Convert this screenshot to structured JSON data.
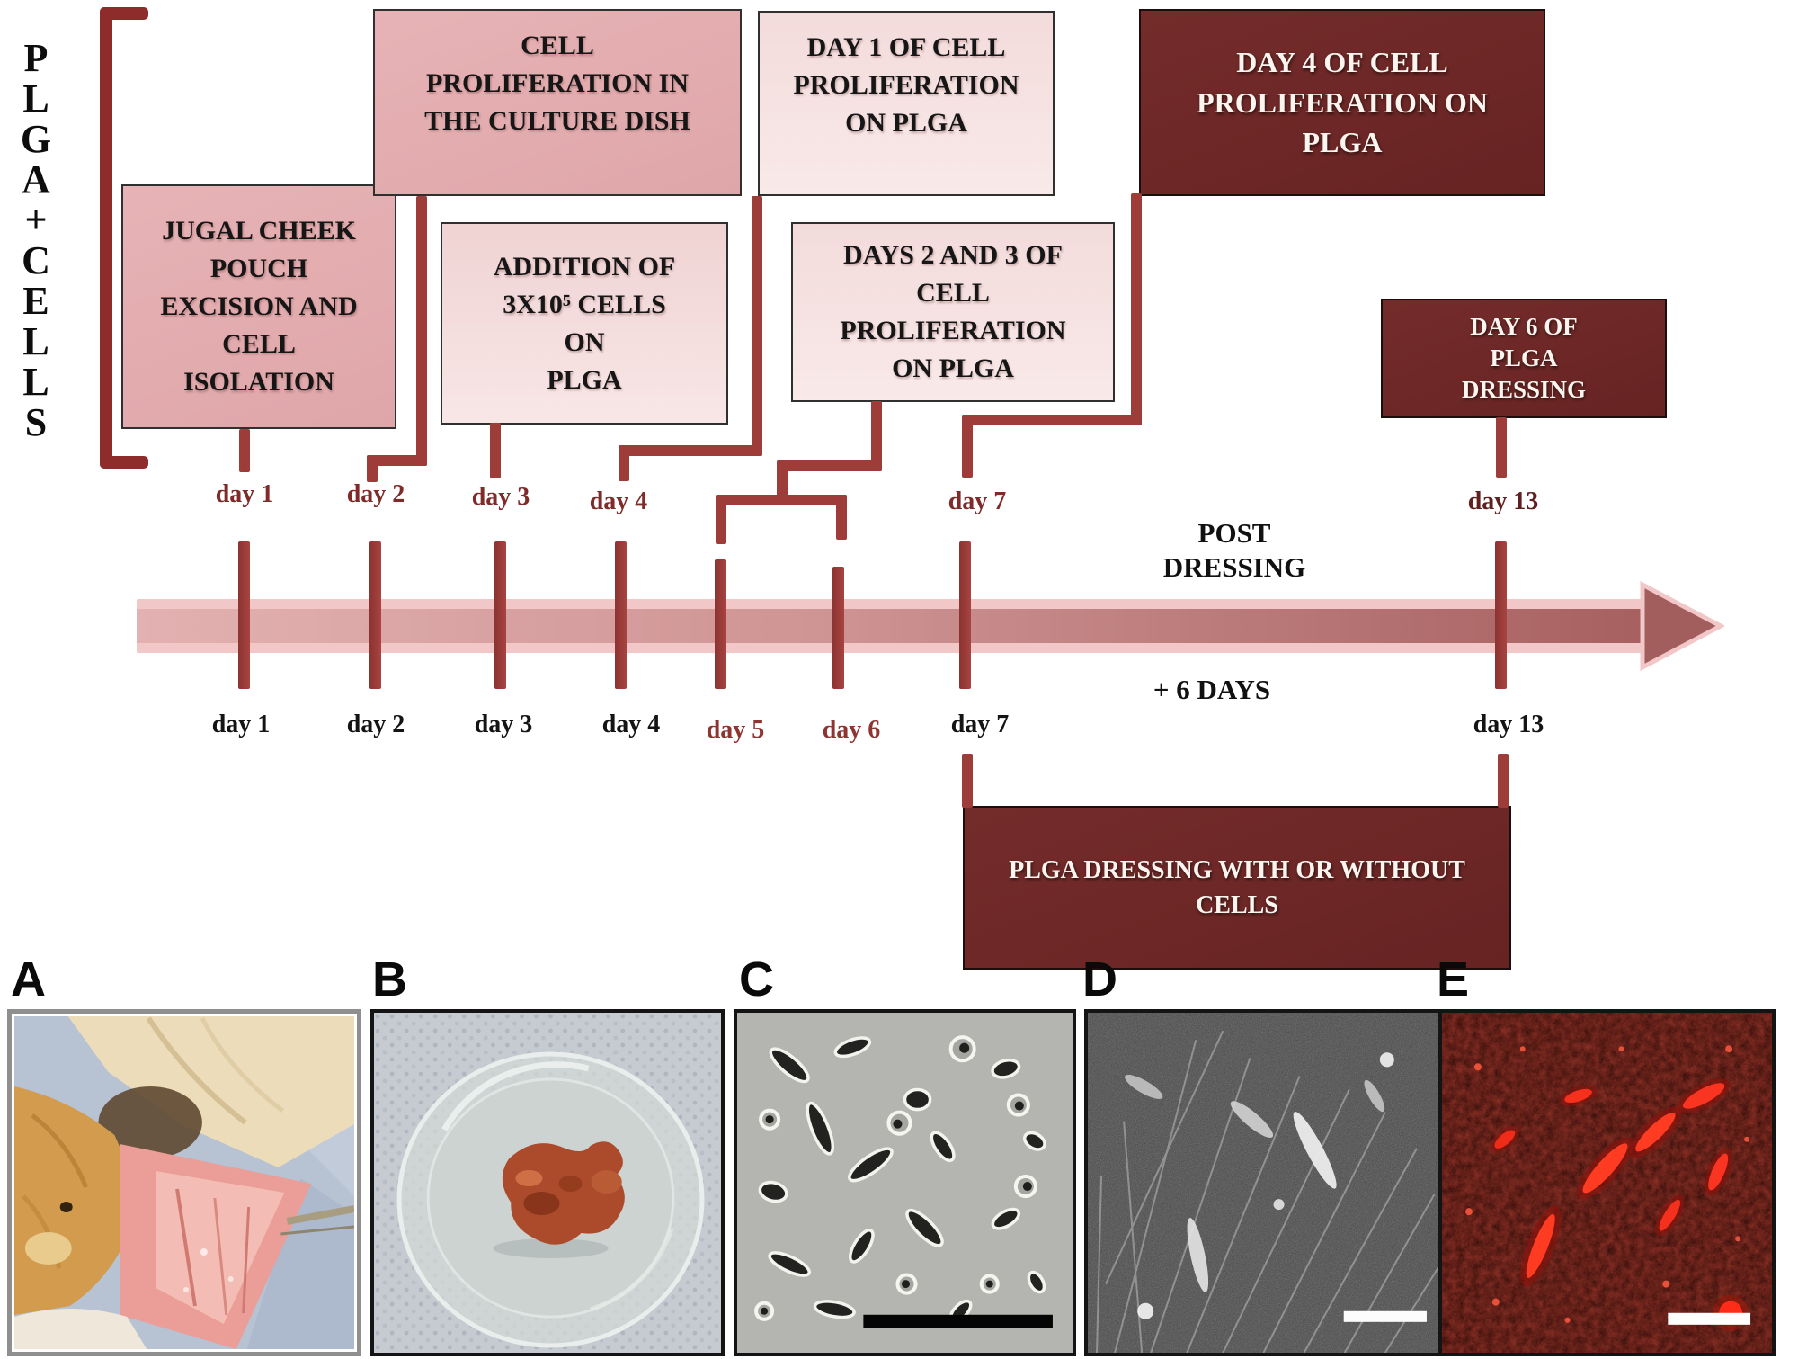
{
  "title_column": {
    "letters": [
      "P",
      "L",
      "G",
      "A",
      "+",
      "C",
      "E",
      "L",
      "L",
      "S"
    ]
  },
  "boxes": {
    "jugal": {
      "lines": [
        "JUGAL CHEEK",
        "POUCH",
        "EXCISION AND",
        "CELL",
        "ISOLATION"
      ]
    },
    "culture": {
      "lines": [
        "CELL",
        "PROLIFERATION IN",
        "THE CULTURE DISH"
      ]
    },
    "addition": {
      "lines": [
        "ADDITION OF",
        "3X10⁵ CELLS",
        "ON",
        "PLGA"
      ]
    },
    "day1_on_plga": {
      "lines": [
        "DAY 1 OF CELL",
        "PROLIFERATION",
        "ON PLGA"
      ]
    },
    "days_2_3": {
      "lines": [
        "DAYS 2 AND 3 OF",
        "CELL",
        "PROLIFERATION",
        "ON PLGA"
      ]
    },
    "day4_on_plga": {
      "lines": [
        "DAY 4 OF CELL",
        "PROLIFERATION ON",
        "PLGA"
      ]
    },
    "day6_dressing": {
      "lines": [
        "DAY 6 OF",
        "PLGA",
        "DRESSING"
      ]
    },
    "plga_dressing": {
      "lines": [
        "PLGA DRESSING WITH OR WITHOUT",
        "CELLS"
      ]
    }
  },
  "timeline": {
    "upper_labels": [
      "day 1",
      "day 2",
      "day 3",
      "day 4",
      "day 7",
      "day 13"
    ],
    "lower_labels": [
      "day 1",
      "day 2",
      "day 3",
      "day 4",
      "day 5",
      "day 6",
      "day 7",
      "day 13"
    ],
    "post_dressing_lines": [
      "POST",
      "DRESSING"
    ],
    "plus_six_days": "+ 6 DAYS"
  },
  "panels": [
    {
      "label": "A"
    },
    {
      "label": "B"
    },
    {
      "label": "C"
    },
    {
      "label": "D"
    },
    {
      "label": "E"
    }
  ],
  "colors": {
    "dark_maroon_box": "#6d2726",
    "medium_pink_box": "#e2abae",
    "light_pink_box": "#f5e0e0",
    "connector": "#9e3c39",
    "bracket": "#8d2c2b",
    "arrow_light": "#e5b3b3",
    "arrow_dark": "#a25d5d",
    "upper_label_text": "#7e2b29",
    "fluorescence_red": "#ff3a20"
  }
}
